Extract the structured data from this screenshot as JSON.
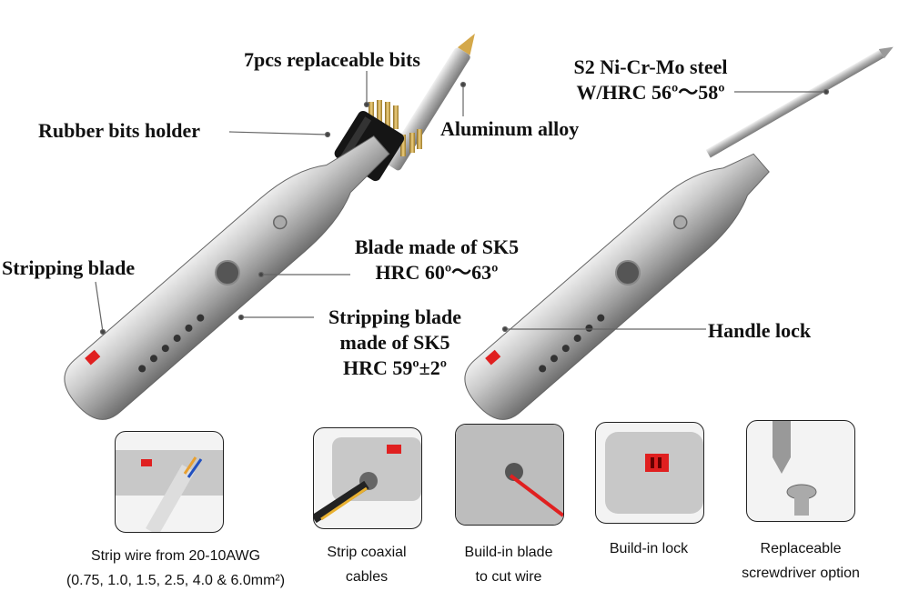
{
  "callouts": {
    "bits": "7pcs replaceable bits",
    "holder": "Rubber bits holder",
    "aluminum": "Aluminum alloy",
    "steel_line1": "S2 Ni-Cr-Mo steel",
    "steel_line2": "W/HRC 56º～58º",
    "stripping_blade": "Stripping blade",
    "blade_line1": "Blade made of SK5",
    "blade_line2": "HRC 60º～63º",
    "strip_blade_line1": "Stripping blade",
    "strip_blade_line2": "made of SK5",
    "strip_blade_line3": "HRC 59º±2º",
    "handle_lock": "Handle lock"
  },
  "captions": [
    {
      "line1": "Strip wire from 20-10AWG",
      "line2": "(0.75, 1.0, 1.5, 2.5, 4.0 & 6.0mm²)"
    },
    {
      "line1": "Strip coaxial",
      "line2": "cables"
    },
    {
      "line1": "Build-in blade",
      "line2": "to cut wire"
    },
    {
      "line1": "Build-in lock",
      "line2": ""
    },
    {
      "line1": "Replaceable",
      "line2": "screwdriver option"
    }
  ],
  "colors": {
    "body_silver": "#b8b8b8",
    "lock_red": "#e02020",
    "bit_gold": "#d4a84a",
    "holder_black": "#151515"
  }
}
